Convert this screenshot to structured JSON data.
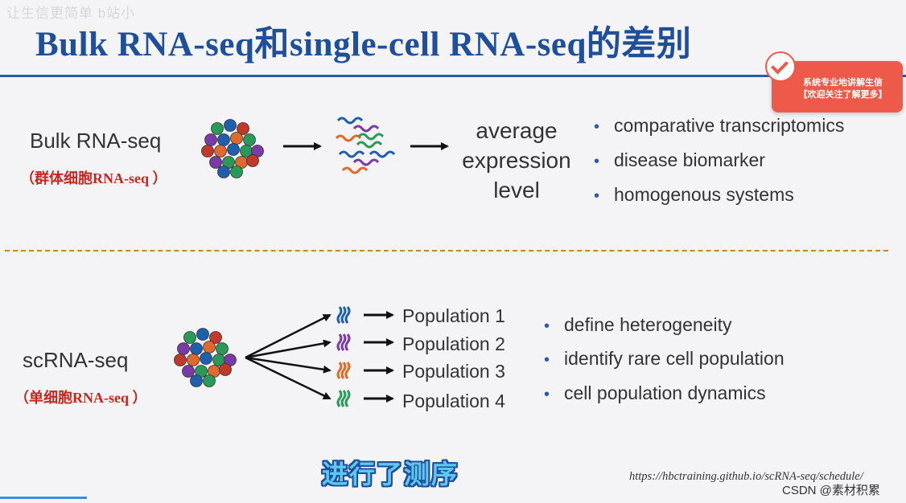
{
  "watermark_top": "让生信更简单 b站小",
  "title": "Bulk RNA-seq和single-cell RNA-seq的差别",
  "badge": {
    "line1": "系统专业地讲解生信",
    "line2": "【欢迎关注了解更多】"
  },
  "bulk": {
    "label": "Bulk RNA-seq",
    "sublabel": "（群体细胞RNA-seq ）",
    "result": [
      "average",
      "expression",
      "level"
    ],
    "bullets": [
      "comparative transcriptomics",
      "disease biomarker",
      "homogenous systems"
    ]
  },
  "sc": {
    "label": "scRNA-seq",
    "sublabel": "（单细胞RNA-seq ）",
    "populations": [
      "Population 1",
      "Population 2",
      "Population 3",
      "Population 4"
    ],
    "bullets": [
      "define heterogeneity",
      "identify rare cell population",
      "cell population dynamics"
    ]
  },
  "subtitle": "进行了测序",
  "url": "https://hbctraining.github.io/scRNA-seq/schedule/",
  "csdn": "CSDN @素材积累",
  "colors": {
    "title": "#1f4e9a",
    "red_label": "#c8261e",
    "divider": "#c8841e",
    "pop1": "#1f5fb0",
    "pop2": "#7a3aa8",
    "pop3": "#e06a2a",
    "pop4": "#2a9a5a"
  }
}
